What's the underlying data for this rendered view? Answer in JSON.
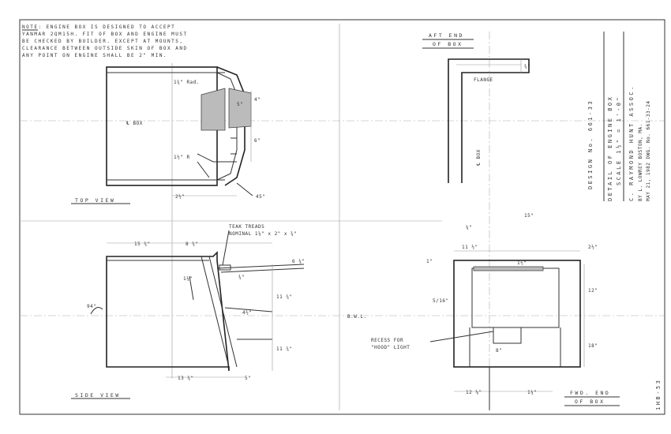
{
  "note": {
    "lines": [
      "NOTE: ENGINE BOX IS DESIGNED TO ACCEPT",
      "YANMAR 2QM15H. FIT OF BOX AND ENGINE MUST",
      "BE CHECKED BY BUILDER. EXCEPT AT MOUNTS,",
      "CLEARANCE BETWEEN OUTSIDE SKIN OF BOX AND",
      "ANY POINT ON ENGINE SHALL BE 2\" MIN."
    ]
  },
  "views": {
    "top": "TOP VIEW",
    "side": "SIDE VIEW",
    "aft_1": "AFT END",
    "aft_2": "OF BOX",
    "fwd_1": "FWD. END",
    "fwd_2": "OF BOX"
  },
  "callouts": {
    "teak_1": "TEAK TREADS",
    "teak_2": "NOMINAL 1¼\" x 2\" x ¾\"",
    "recess_1": "RECESS FOR",
    "recess_2": "\"HOOD\" LIGHT",
    "flange": "FLANGE",
    "bwl": "B.W.L.",
    "cl_box_top": "℄ BOX",
    "cl_box_aft": "℄ BOX"
  },
  "dims": {
    "rad_top": "1¾\" Rad.",
    "d5": "5\"",
    "d4": "4\"",
    "d6": "6\"",
    "rad_bot": "1½\" R",
    "d2half_top": "2½\"",
    "ang45": "45°",
    "flange_w": "¾\"",
    "d15_3_4": "15 ¾\"",
    "d8_3_4": "8 ¾\"",
    "d6_1_4": "6 ¼\"",
    "d1_1_4_side": "1¼\"",
    "d3_4_side": "¾\"",
    "d11_3_4_a": "11 ¾\"",
    "d4_1_2": "4½\"",
    "d11_3_4_b": "11 ¾\"",
    "d13_3_4": "13 ¾\"",
    "d5_side": "5\"",
    "ang94": "94°",
    "d1_1_2_side": "1½\"",
    "d1_4": "¼\"",
    "d15deg": "15°",
    "d11_1_2": "11 ½\"",
    "d2_1_2_fwd": "2½\"",
    "d12": "12\"",
    "d18": "18\"",
    "d12_1_8": "12 ⅛\"",
    "d1_1_4_fwd": "1¼\"",
    "d5_16": "5/16\"",
    "d8": "8\"",
    "d1_side": "1\""
  },
  "title_block": {
    "design_no": "DESIGN No. 661-33",
    "title": "DETAIL OF ENGINE BOX",
    "scale": "SCALE 1½\" = 1'-0\"",
    "firm": "C. RAYMOND HUNT ASSOC.",
    "drawn_by": "BY L. LOWREY   BOSTON, MA.",
    "dwg_no": "MAY 21, 1982   DWG. No. 661-33-24"
  },
  "sheet_mark": "1HB-53"
}
